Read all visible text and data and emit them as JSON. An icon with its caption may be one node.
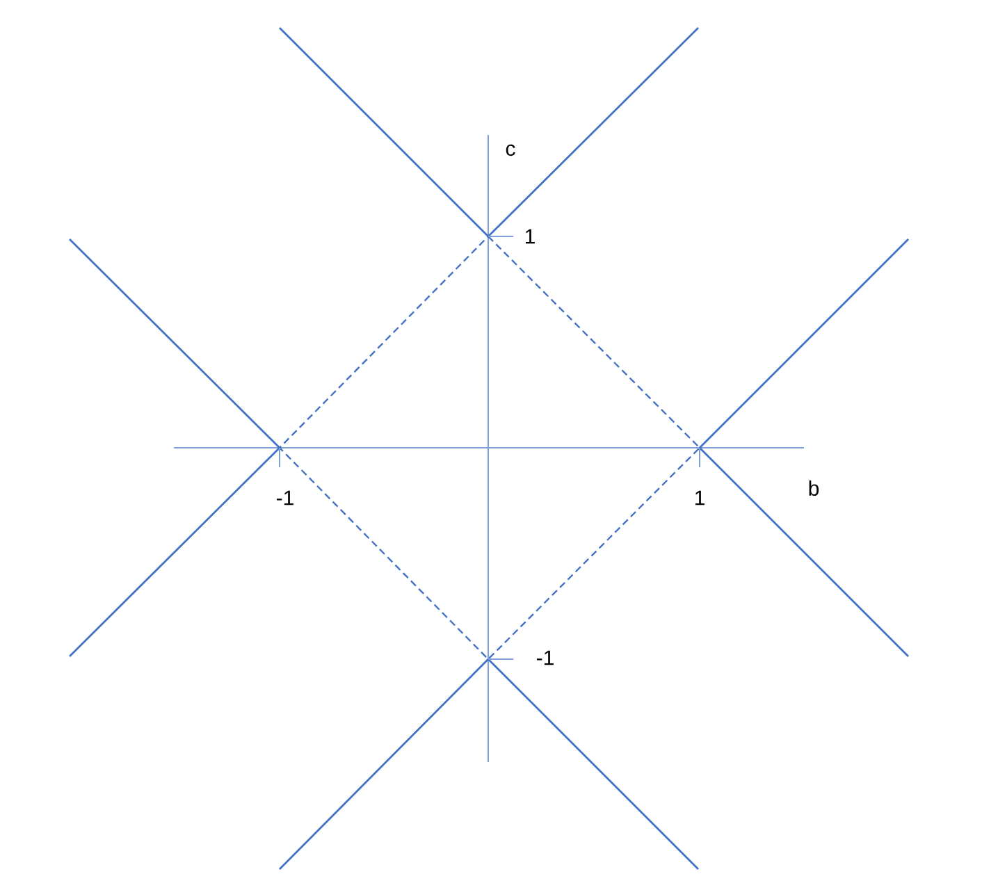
{
  "diagram": {
    "labels": [
      "c",
      "1",
      "-1",
      "1",
      "b",
      "-1"
    ]
  }
}
